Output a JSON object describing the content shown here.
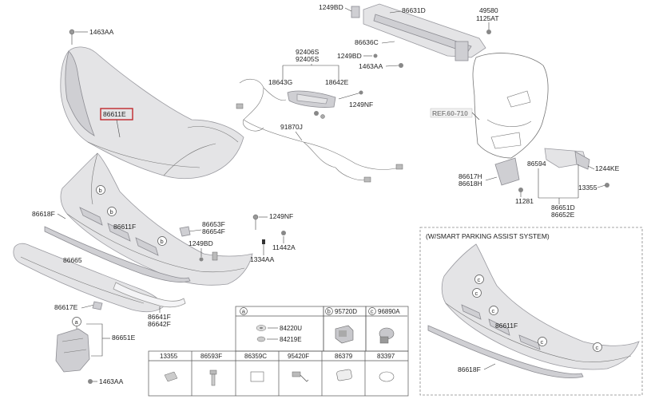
{
  "labels": {
    "l_1249BD_top": "1249BD",
    "l_86631D": "86631D",
    "l_49580": "49580",
    "l_1125AT": "1125AT",
    "l_1463AA_tl": "1463AA",
    "l_86636C": "86636C",
    "l_92406S": "92406S",
    "l_92405S": "92405S",
    "l_1249BD_mid": "1249BD",
    "l_1463AA_mid": "1463AA",
    "l_18643G": "18643G",
    "l_18642E": "18642E",
    "l_86611E": "86611E",
    "l_1249NF_top": "1249NF",
    "l_91870J": "91870J",
    "l_REF": "REF.60-710",
    "l_86594": "86594",
    "l_1244KE": "1244KE",
    "l_86617H": "86617H",
    "l_86618H": "86618H",
    "l_13355_r": "13355",
    "l_11281": "11281",
    "l_86651D": "86651D",
    "l_86652E": "86652E",
    "l_86618F_l": "86618F",
    "l_86611F_l": "86611F",
    "l_86653F": "86653F",
    "l_86654F": "86654F",
    "l_1249NF_mid": "1249NF",
    "l_1249BD_low": "1249BD",
    "l_11442A": "11442A",
    "l_1334AA": "1334AA",
    "l_86665": "86665",
    "l_86641F": "86641F",
    "l_86642F": "86642F",
    "l_86617E": "86617E",
    "l_86651E": "86651E",
    "l_1463AA_bot": "1463AA",
    "l_86611F_box": "86611F",
    "l_86618F_box": "86618F"
  },
  "inset": {
    "title": "(W/SMART PARKING ASSIST SYSTEM)"
  },
  "callouts": {
    "a": "a",
    "b": "b",
    "c": "c"
  },
  "table": {
    "top_headers": [
      {
        "circle": "a",
        "text": ""
      },
      {
        "circle": "b",
        "text": "95720D"
      },
      {
        "circle": "c",
        "text": "96890A"
      }
    ],
    "a_parts": [
      "84220U",
      "84219E"
    ],
    "bottom_headers": [
      "13355",
      "86593F",
      "86359C",
      "95420F",
      "86379",
      "83397"
    ]
  },
  "colors": {
    "part_fill": "#e4e4e6",
    "part_stroke": "#9a9aa0",
    "highlight": "#c0282d",
    "ref_text": "#8a8a8a"
  }
}
